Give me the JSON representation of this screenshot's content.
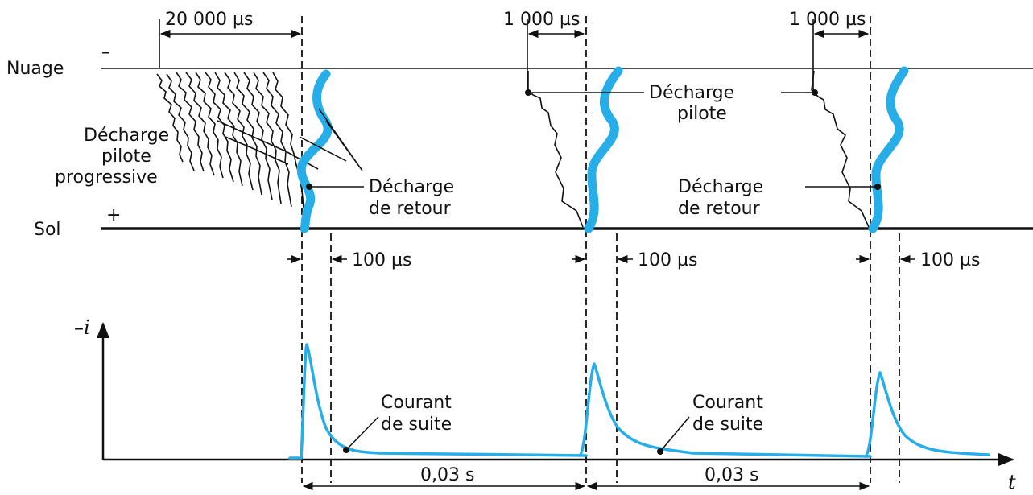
{
  "colors": {
    "lightning": "#27aee8",
    "line": "#111111"
  },
  "labels": {
    "cloud": "Nuage",
    "cloud_sign": "–",
    "ground": "Sol",
    "ground_sign": "+",
    "interval_first": "20 000 µs",
    "interval_second": "1 000 µs",
    "interval_third": "1 000 µs",
    "progressive_leader": [
      "Décharge",
      "pilote",
      "progressive"
    ],
    "return_stroke_1": [
      "Décharge",
      "de retour"
    ],
    "dart_leader": [
      "Décharge",
      "pilote"
    ],
    "return_stroke_2": [
      "Décharge",
      "de retour"
    ],
    "duration_1": "100 µs",
    "duration_2": "100 µs",
    "duration_3": "100 µs",
    "y_axis": "–i",
    "x_axis": "t",
    "continuing_current_1": [
      "Courant",
      "de suite"
    ],
    "continuing_current_2": [
      "Courant",
      "de suite"
    ],
    "gap_1": "0,03 s",
    "gap_2": "0,03 s"
  }
}
